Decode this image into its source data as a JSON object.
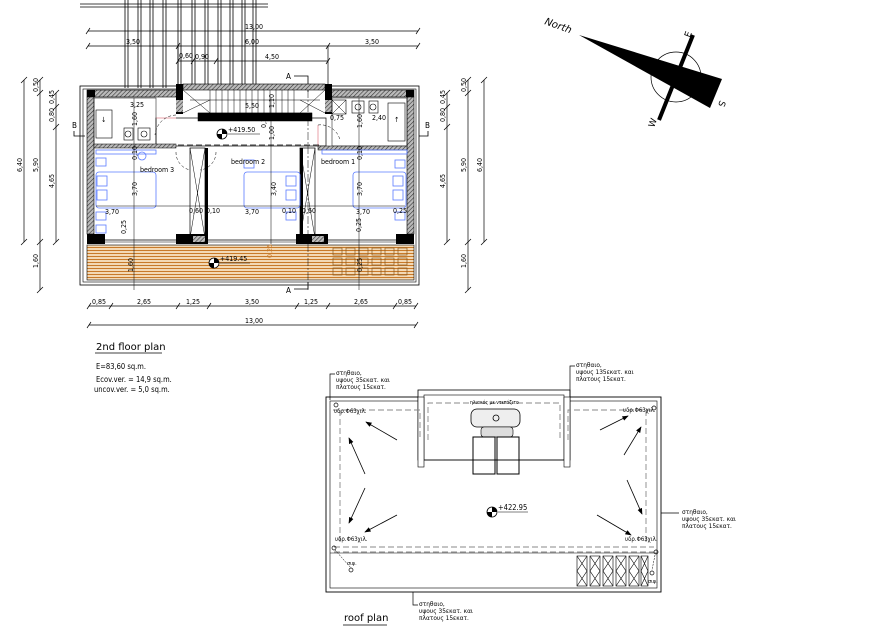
{
  "floor_plan": {
    "title": "2nd floor plan",
    "area_total": "E=83,60 sq.m.",
    "area_covered_veranda": "Ecov.ver. = 14,9 sq.m.",
    "area_uncovered_veranda": "uncov.ver. = 5,0 sq.m.",
    "rooms": [
      "bedroom 3",
      "bedroom 2",
      "bedroom 1"
    ],
    "levels": [
      "+419.50",
      "+419.45"
    ],
    "section_marks": [
      "A",
      "A",
      "B",
      "B"
    ],
    "top_dims": {
      "overall": "13,00",
      "row2": [
        "3,50",
        "6,00",
        "3,50"
      ],
      "row3": [
        "0,60",
        "0,90",
        "4,50"
      ]
    },
    "bottom_dims": {
      "row1": [
        "0,85",
        "2,65",
        "1,25",
        "3,50",
        "1,25",
        "2,65",
        "0,85"
      ],
      "overall": "13,00"
    },
    "left_dims": {
      "outer": [
        "6,40",
        "1,60"
      ],
      "middle": [
        "0,50",
        "5,90"
      ],
      "inner": [
        "0,45",
        "0,80",
        "4,65"
      ]
    },
    "right_dims": {
      "inner": [
        "0,45",
        "0,80",
        "4,65"
      ],
      "middle": [
        "0,50",
        "5,90",
        "1,60"
      ],
      "outer": [
        "6,40"
      ]
    },
    "interior_dims": [
      "3,25",
      "1,60",
      "0,10",
      "5,50",
      "1,10",
      "0,30",
      "1,00",
      "0,75",
      "1,60",
      "2,40",
      "0,10",
      "0,25",
      "3,70",
      "3,70",
      "0,60",
      "0,10",
      "3,70",
      "3,40",
      "0,10",
      "0,60",
      "3,70",
      "3,70",
      "0,25",
      "0,25",
      "0,25",
      "1,60",
      "0,25"
    ]
  },
  "north_arrow": {
    "label": "North",
    "e": "E",
    "s": "S",
    "w": "W"
  },
  "roof_plan": {
    "title": "roof plan",
    "level": "+422.95",
    "tank_label": "ηλιακός με ντεπόζιτο",
    "drain_labels": [
      "υδρ.Φ63χιλ.",
      "υδρ.Φ63χιλ.",
      "υδρ.Φ63χιλ.",
      "υδρ.Φ63χιλ."
    ],
    "vent_labels": [
      "σιφ.",
      "σιφ."
    ],
    "parapet_notes": [
      {
        "l1": "στηθαιο,",
        "l2": "υψους 35εκατ. και",
        "l3": "πλατους 15εκατ."
      },
      {
        "l1": "στηθαιο,",
        "l2": "υψους 135εκατ. και",
        "l3": "πλατους 15εκατ."
      },
      {
        "l1": "στηθαιο,",
        "l2": "υψους 35εκατ. και",
        "l3": "πλατους 15εκατ."
      },
      {
        "l1": "στηθαιο,",
        "l2": "υψους 35εκατ. και",
        "l3": "πλατους 15εκατ."
      }
    ]
  },
  "colors": {
    "line": "#000000",
    "furniture": "#5b7cff",
    "deck": "#c87a2a",
    "door_frame": "#e8a0a8",
    "wall_hatch": "#555555"
  }
}
